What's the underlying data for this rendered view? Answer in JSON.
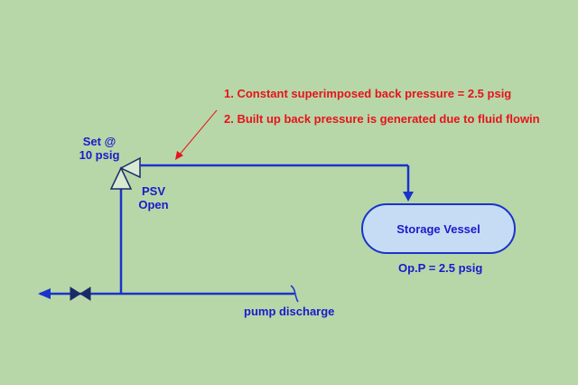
{
  "notes": {
    "note1": "1. Constant superimposed back pressure = 2.5 psig",
    "note2": "2. Built up back pressure is generated due to fluid flowin"
  },
  "psv": {
    "set_line1": "Set @",
    "set_line2": "10 psig",
    "label_line1": "PSV",
    "label_line2": "Open"
  },
  "vessel": {
    "name": "Storage Vessel",
    "op_pressure": "Op.P = 2.5 psig"
  },
  "pipe": {
    "pump_discharge": "pump discharge"
  },
  "colors": {
    "background": "#b7d7a8",
    "line": "#1a33cc",
    "text_blue": "#1a1acc",
    "note_red": "#e8121a",
    "vessel_fill": "#c6dcf4",
    "valve_fill": "#d8ead2"
  }
}
